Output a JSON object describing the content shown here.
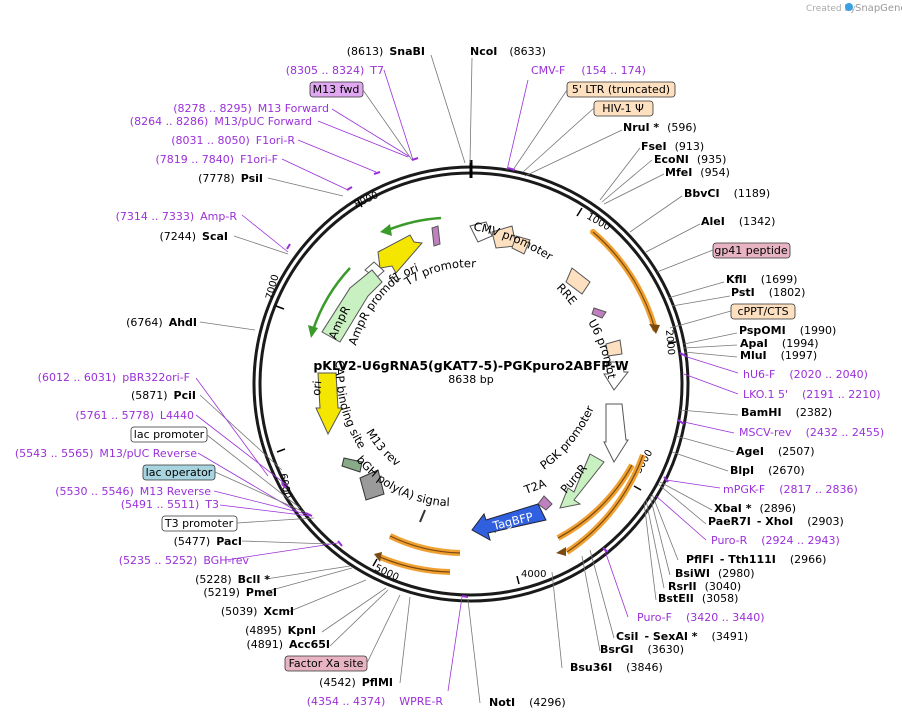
{
  "branding": {
    "created_by": "Created by",
    "brand": "SnapGene"
  },
  "plasmid": {
    "name": "pKLV2-U6gRNA5(gKAT7-5)-PGKpuro2ABFP-W",
    "size": "8638 bp"
  },
  "ticks": [
    "1000",
    "2000",
    "3000",
    "4000",
    "5000",
    "6000",
    "7000",
    "8000"
  ],
  "sites": [
    {
      "pos": "(8613)",
      "name": "SnaBI"
    },
    {
      "name": "NcoI",
      "pos": "(8633)"
    },
    {
      "name": "NruI *",
      "pos": "(596)"
    },
    {
      "name": "FseI",
      "pos": "(913)"
    },
    {
      "name": "EcoNI",
      "pos": "(935)"
    },
    {
      "name": "MfeI",
      "pos": "(954)"
    },
    {
      "name": "BbvCI",
      "pos": "(1189)"
    },
    {
      "name": "AleI",
      "pos": "(1342)"
    },
    {
      "name": "KflI",
      "pos": "(1699)"
    },
    {
      "name": "PstI",
      "pos": "(1802)"
    },
    {
      "name": "PspOMI",
      "pos": "(1990)"
    },
    {
      "name": "ApaI",
      "pos": "(1994)"
    },
    {
      "name": "MluI",
      "pos": "(1997)"
    },
    {
      "name": "BamHI",
      "pos": "(2382)"
    },
    {
      "name": "AgeI",
      "pos": "(2507)"
    },
    {
      "name": "BlpI",
      "pos": "(2670)"
    },
    {
      "name": "XbaI *",
      "pos": "(2896)"
    },
    {
      "name": "PaeR7I",
      "sep": "- XhoI",
      "pos": "(2903)"
    },
    {
      "name": "PflFI",
      "sep": "- Tth111I",
      "pos": "(2966)"
    },
    {
      "name": "BsiWI",
      "pos": "(2980)"
    },
    {
      "name": "RsrII",
      "pos": "(3040)"
    },
    {
      "name": "BstEII",
      "pos": "(3058)"
    },
    {
      "name": "CsiI",
      "sep": "- SexAI *",
      "pos": "(3491)"
    },
    {
      "name": "BsrGI",
      "pos": "(3630)"
    },
    {
      "name": "Bsu36I",
      "pos": "(3846)"
    },
    {
      "name": "NotI",
      "pos": "(4296)"
    },
    {
      "pos": "(4542)",
      "name": "PflMI"
    },
    {
      "pos": "(4891)",
      "name": "Acc65I"
    },
    {
      "pos": "(4895)",
      "name": "KpnI"
    },
    {
      "pos": "(5039)",
      "name": "XcmI"
    },
    {
      "pos": "(5219)",
      "name": "PmeI"
    },
    {
      "pos": "(5228)",
      "name": "BclI *"
    },
    {
      "pos": "(5477)",
      "name": "PacI"
    },
    {
      "pos": "(5871)",
      "name": "PciI"
    },
    {
      "pos": "(6764)",
      "name": "AhdI"
    },
    {
      "pos": "(7244)",
      "name": "ScaI"
    },
    {
      "pos": "(7778)",
      "name": "PsiI"
    }
  ],
  "primers": [
    {
      "range": "(8305 .. 8324)",
      "name": "T7"
    },
    {
      "range": "(8278 .. 8295)",
      "name": "M13 Forward"
    },
    {
      "range": "(8264 .. 8286)",
      "name": "M13/pUC Forward"
    },
    {
      "range": "(8031 .. 8050)",
      "name": "F1ori-R"
    },
    {
      "range": "(7819 .. 7840)",
      "name": "F1ori-F"
    },
    {
      "range": "(7314 .. 7333)",
      "name": "Amp-R"
    },
    {
      "range": "(6012 .. 6031)",
      "name": "pBR322ori-F"
    },
    {
      "range": "(5761 .. 5778)",
      "name": "L4440"
    },
    {
      "range": "(5543 .. 5565)",
      "name": "M13/pUC Reverse"
    },
    {
      "range": "(5530 .. 5546)",
      "name": "M13 Reverse"
    },
    {
      "range": "(5491 .. 5511)",
      "name": "T3"
    },
    {
      "range": "(5235 .. 5252)",
      "name": "BGH-rev"
    },
    {
      "name": "CMV-F",
      "range": "(154 .. 174)"
    },
    {
      "name": "hU6-F",
      "range": "(2020 .. 2040)"
    },
    {
      "name": "LKO.1 5'",
      "range": "(2191 .. 2210)"
    },
    {
      "name": "MSCV-rev",
      "range": "(2432 .. 2455)"
    },
    {
      "name": "mPGK-F",
      "range": "(2817 .. 2836)"
    },
    {
      "name": "Puro-R",
      "range": "(2924 .. 2943)"
    },
    {
      "name": "Puro-F",
      "range": "(3420 .. 3440)"
    },
    {
      "name": "WPRE-R",
      "range": "(4354 .. 4374)"
    }
  ],
  "boxes": {
    "m13fwd": "M13 fwd",
    "ltr": "5' LTR (truncated)",
    "hiv": "HIV-1 Ψ",
    "gp41": "gp41 peptide",
    "cppt": "cPPT/CTS",
    "lacprom": "lac promoter",
    "lacop": "lac operator",
    "t3prom": "T3 promoter",
    "factorxa": "Factor Xa site"
  },
  "features": {
    "f1ori": "f1 ori",
    "t7prom": "T7 promoter",
    "cmvprom": "CMV promoter",
    "rre": "RRE",
    "u6prom": "U6 promoter",
    "ampr": "AmpR",
    "amprprom": "AmpR promoter",
    "ori": "ori",
    "capsite": "CAP binding site",
    "m13rev": "M13 rev",
    "bgh": "bGH poly(A) signal",
    "pgkprom": "PGK promoter",
    "puror": "PuroR",
    "t2a": "T2A",
    "tagbfp": "TagBFP"
  },
  "colors": {
    "backbone": "#1a1a1a",
    "primer": "#9b30d9",
    "orange_feature": "#f0a030",
    "green_arrow": "#3a9a2a",
    "yellow_feature": "#f5e600",
    "light_green": "#c8f0c0",
    "peach": "#fde0c0",
    "blue_feature": "#3060e0",
    "pink_box": "#e8b4c4",
    "m13_box": "#e0a8f0",
    "lacop_box": "#a8d4e0"
  }
}
